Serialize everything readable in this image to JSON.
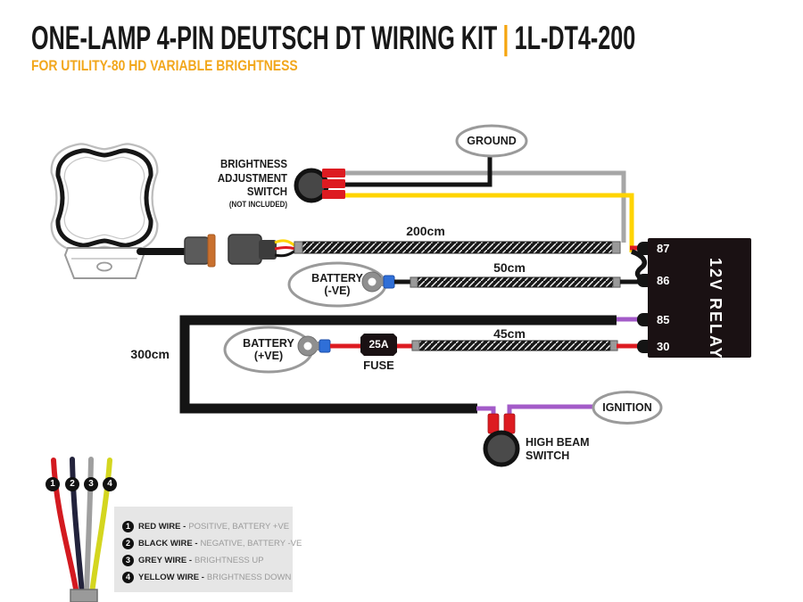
{
  "header": {
    "title": "ONE-LAMP 4-PIN DEUTSCH DT WIRING KIT",
    "divider": "|",
    "product_code": "1L-DT4-200",
    "subtitle": "FOR UTILITY-80 HD VARIABLE BRIGHTNESS"
  },
  "diagram": {
    "brightness_switch": {
      "line1": "BRIGHTNESS",
      "line2": "ADJUSTMENT",
      "line3": "SWITCH",
      "note": "(NOT INCLUDED)"
    },
    "ground_label": "GROUND",
    "ignition_label": "IGNITION",
    "high_beam_switch": {
      "line1": "HIGH BEAM",
      "line2": "SWITCH"
    },
    "battery_negative": {
      "line1": "BATTERY",
      "line2": "(-VE)"
    },
    "battery_positive": {
      "line1": "BATTERY",
      "line2": "(+VE)"
    },
    "fuse": {
      "rating": "25A",
      "label": "FUSE"
    },
    "relay": {
      "label": "12V RELAY",
      "pins": [
        "87",
        "86",
        "85",
        "30"
      ]
    },
    "wire_lengths": {
      "main_harness": "200cm",
      "ground_harness": "50cm",
      "power_harness": "45cm",
      "switch_loop": "300cm"
    }
  },
  "legend": {
    "wire_numbers": [
      "1",
      "2",
      "3",
      "4"
    ],
    "items": [
      {
        "num": "1",
        "name": "RED WIRE -",
        "desc": "POSITIVE, BATTERY +VE"
      },
      {
        "num": "2",
        "name": "BLACK WIRE -",
        "desc": "NEGATIVE, BATTERY -VE"
      },
      {
        "num": "3",
        "name": "GREY WIRE -",
        "desc": "BRIGHTNESS UP"
      },
      {
        "num": "4",
        "name": "YELLOW WIRE -",
        "desc": "BRIGHTNESS DOWN"
      }
    ]
  },
  "colors": {
    "accent_orange": "#F5A50F",
    "subtitle_orange": "#F2A71C",
    "wire_red": "#DD1B21",
    "wire_black": "#141414",
    "wire_grey": "#A6A6A6",
    "wire_yellow": "#FFD400",
    "wire_purple": "#A35BC8",
    "wire_lime": "#D4D61F",
    "connector_blue": "#2F6FD8",
    "connector_orange": "#C9702E",
    "relay_black": "#1A1113",
    "legend_bg": "#E6E6E6"
  }
}
